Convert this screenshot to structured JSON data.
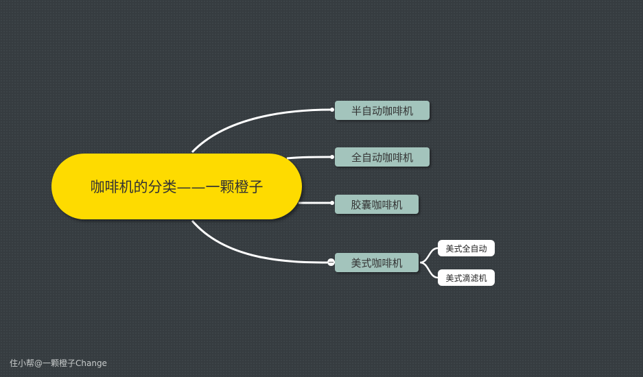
{
  "central": {
    "label": "咖啡机的分类——一颗橙子",
    "color": "#fedb00"
  },
  "branches": [
    {
      "label": "半自动咖啡机"
    },
    {
      "label": "全自动咖啡机"
    },
    {
      "label": "胶囊咖啡机"
    },
    {
      "label": "美式咖啡机",
      "children": [
        {
          "label": "美式全自动"
        },
        {
          "label": "美式滴滤机"
        }
      ]
    }
  ],
  "watermark": "住小帮@一颗橙子Change"
}
